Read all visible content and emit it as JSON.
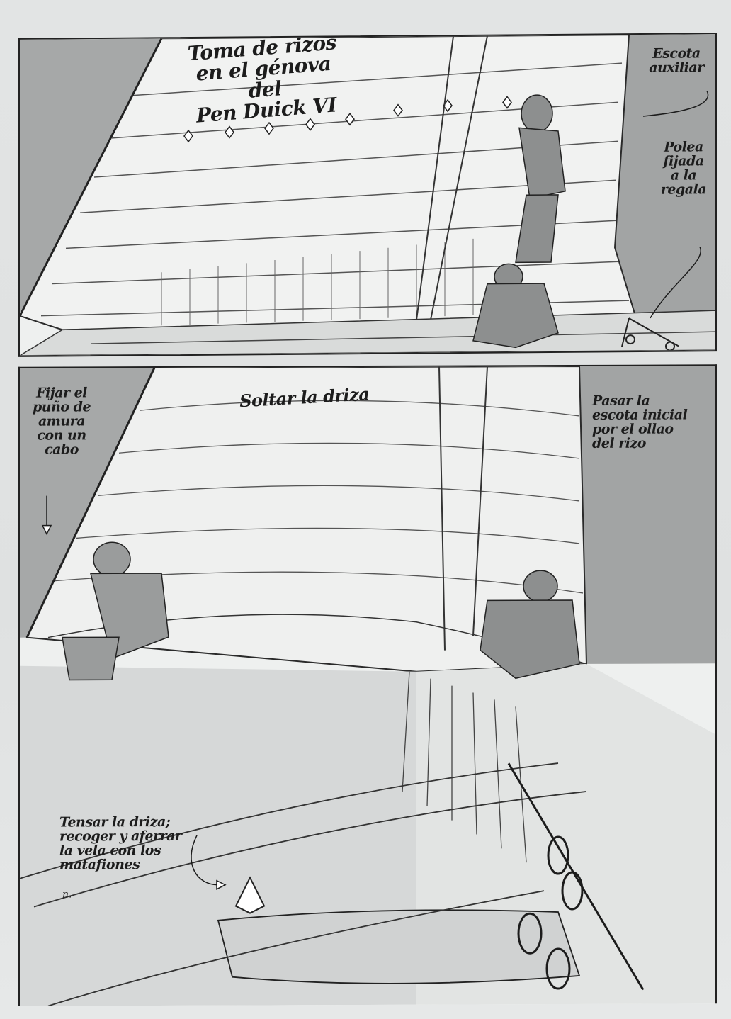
{
  "page": {
    "title": "Toma de rizos en el génova del Pen Duick VI",
    "background_color": "#e2e4e4",
    "ink_color": "#1c1c1c",
    "shade_color": "#9a9c9c"
  },
  "panel_top": {
    "title": "Toma de rizos\nen el génova del\nPen Duick VI",
    "annotations": [
      {
        "id": "escota",
        "text": "Escota\nauxiliar"
      },
      {
        "id": "polea",
        "text": "Polea\nfijada\na la\nregala"
      }
    ]
  },
  "panel_bottom": {
    "annotations": [
      {
        "id": "fijar",
        "text": "Fijar el\npuño de\namura\ncon un\ncabo"
      },
      {
        "id": "soltar",
        "text": "Soltar la driza"
      },
      {
        "id": "pasar",
        "text": "Pasar la\nescota inicial\npor el ollao\ndel rizo"
      },
      {
        "id": "tensar",
        "text": "Tensar la driza;\nrecoger y aferrar\nla vela con los\nmatafiones"
      }
    ],
    "signature": "n."
  }
}
